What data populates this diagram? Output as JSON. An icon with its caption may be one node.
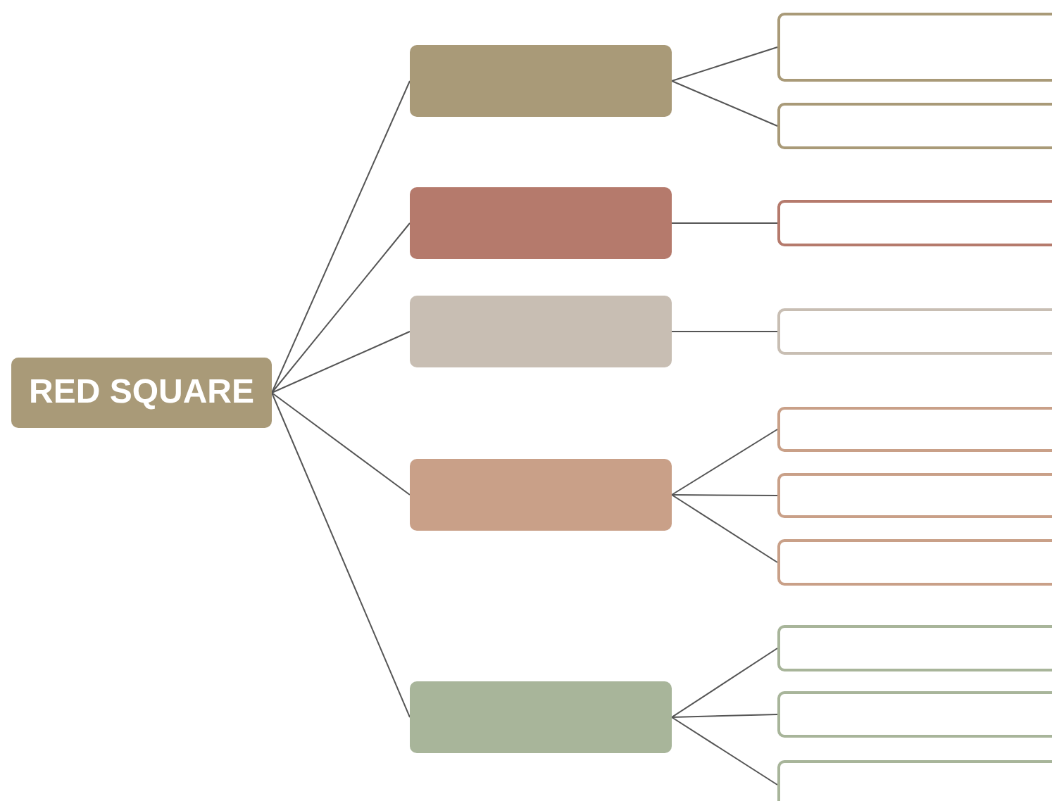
{
  "diagram": {
    "nodes": [
      {
        "text": [
          "RED SQUARE"
        ]
      },
      {
        "text": [],
        "shape": "box"
      },
      {
        "text": [],
        "shape": "box"
      },
      {
        "text": [],
        "shape": "box"
      },
      {
        "text": [],
        "shape": "box"
      },
      {
        "text": [],
        "shape": "box"
      },
      {
        "text": [],
        "shape": "box"
      },
      {
        "text": [],
        "shape": "box"
      },
      {
        "text": [],
        "shape": "box"
      },
      {
        "text": [],
        "shape": "box"
      },
      {
        "text": [],
        "shape": "box"
      },
      {
        "text": [],
        "shape": "box"
      },
      {
        "text": [],
        "shape": "box"
      },
      {
        "text": [],
        "shape": "box"
      },
      {
        "text": [],
        "shape": "box"
      },
      {
        "text": [],
        "shape": "box"
      }
    ],
    "edges": [
      {
        "from": 0,
        "to": 1,
        "arrow": "none"
      },
      {
        "from": 0,
        "to": 2,
        "arrow": "none"
      },
      {
        "from": 0,
        "to": 3,
        "arrow": "none"
      },
      {
        "from": 0,
        "to": 4,
        "arrow": "none"
      },
      {
        "from": 0,
        "to": 5,
        "arrow": "none"
      },
      {
        "from": 1,
        "to": 6,
        "arrow": "none"
      },
      {
        "from": 1,
        "to": 7,
        "arrow": "none"
      },
      {
        "from": 2,
        "to": 8,
        "arrow": "none"
      },
      {
        "from": 3,
        "to": 9,
        "arrow": "none"
      },
      {
        "from": 4,
        "to": 10,
        "arrow": "none"
      },
      {
        "from": 4,
        "to": 11,
        "arrow": "none"
      },
      {
        "from": 4,
        "to": 12,
        "arrow": "none"
      },
      {
        "from": 5,
        "to": 13,
        "arrow": "none"
      },
      {
        "from": 5,
        "to": 14,
        "arrow": "none"
      },
      {
        "from": 5,
        "to": 15,
        "arrow": "none"
      }
    ]
  }
}
